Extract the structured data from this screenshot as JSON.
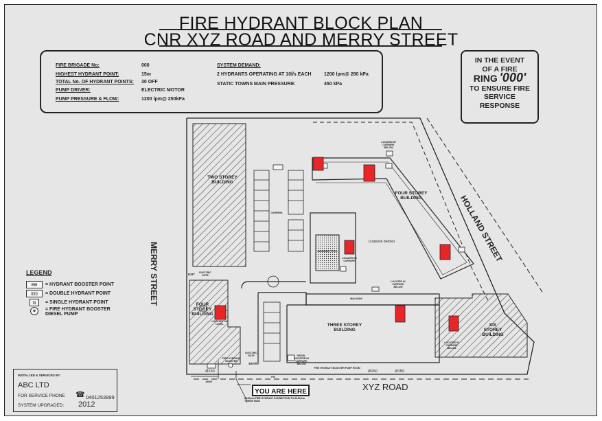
{
  "header": {
    "title": "FIRE HYDRANT BLOCK PLAN",
    "subtitle": "CNR XYZ ROAD AND MERRY STREET"
  },
  "info": {
    "fire_brigade_label": "FIRE BRIGADE No:",
    "fire_brigade_value": "000",
    "highest_point_label": "HIGHEST HYDRANT POINT:",
    "highest_point_value": "15m",
    "total_points_label": "TOTAL No. OF HYDRANT POINTS:",
    "total_points_value": "30 OFF",
    "pump_driver_label": "PUMP DRIVER:",
    "pump_driver_value": "ELECTRIC MOTOR",
    "pump_pressure_label": "PUMP PRESSURE & FLOW:",
    "pump_pressure_value": "1200 lpm@ 250kPa",
    "system_demand_label": "SYSTEM DEMAND:",
    "hydrants_operating_label": "2 HYDRANTS OPERATING AT 10l/s EACH",
    "hydrants_operating_value": "1200 lpm@ 280 kPa",
    "static_pressure_label": "STATIC TOWNS MAIN PRESSURE:",
    "static_pressure_value": "450 kPa"
  },
  "emergency": {
    "line1": "IN THE EVENT",
    "line2": "OF A FIRE",
    "ring": "RING",
    "number": "'000'",
    "line3": "TO ENSURE FIRE",
    "line4": "SERVICE",
    "line5": "RESPONSE"
  },
  "legend": {
    "title": "LEGEND",
    "items": [
      {
        "label": "= HYDRANT BOOSTER POINT",
        "symbol": "booster-point"
      },
      {
        "label": "= DOUBLE HYDRANT POINT",
        "symbol": "double-hydrant"
      },
      {
        "label": "= SINGLE HYDRANT POINT",
        "symbol": "single-hydrant"
      },
      {
        "label": "= FIRE HYDRANT BOOSTER",
        "label2": "DIESEL PUMP",
        "symbol": "diesel-pump"
      }
    ]
  },
  "installer": {
    "installed_label": "INSTALLED & SERVICED BY:",
    "company": "ABC LTD",
    "phone_label": "FOR SERVICE PHONE",
    "phone": "0401253999",
    "upgraded_label": "SYSTEM UPGRADED:",
    "year": "2012"
  },
  "streets": {
    "merry": "MERRY STREET",
    "holland": "HOLLAND STREET",
    "xyz": "XYZ ROAD"
  },
  "buildings": {
    "two_storey": "TWO STOREY BUILDING",
    "four_storey_right": "FOUR STOREY BUILDING",
    "four_storey_left": "FOUR STOREY BUILDING",
    "three_storey": "THREE STOREY BUILDING",
    "six_storey": "SIX STOREY BUILDING"
  },
  "site_labels": {
    "you_are_here": "YOU ARE HERE",
    "carpark": "CARPARK",
    "carpark_below": "(carpark below)",
    "entry": "ENTRY",
    "exit": "EXIT",
    "pump_room": "FIRE HYDRANT BOOSTER PUMP ROOM",
    "connection_note": "Ø150mm FIRE HYDRANT CONNECTION TO Ø150mm TOWNS MAIN",
    "pipe_dia_left": "Ø150",
    "pipe_dia_right": "Ø150",
    "pipe_dia_small": "Ø150",
    "main_length": "15000",
    "fw": "FW",
    "located_carpark": "LOCATED IN CARPARK BELOW",
    "located_carpark_2": "LOCATED IN CARPARK BELOW",
    "located_carpark_3": "LOCATED IN CARPARK BELOW",
    "located_level": "LOCATED ON LEVEL",
    "located_in_carpark": "LOCATED IN CARPARK",
    "electric_gate": "ELECTRIC GATE",
    "electric_gate_2": "ELECTRIC GATE",
    "swimming_pool": "SWIMMING POOL",
    "walkway": "WALKWAY",
    "diesel_pump_note": "DIESEL BOOSTER IN CARPARK BELOW",
    "booster_label": "FIRE HYDRANT BOOSTER"
  },
  "colors": {
    "hydrant": "#e8262a",
    "background": "#e6e6e6",
    "line": "#222222"
  }
}
